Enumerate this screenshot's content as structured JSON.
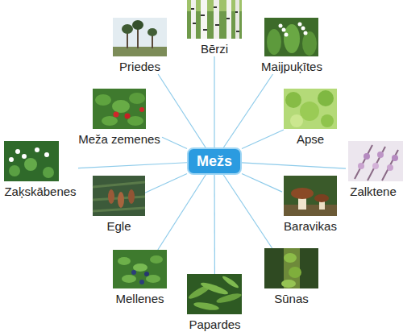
{
  "diagram": {
    "nodes": [
      {
        "text": [
          "Mežs"
        ]
      },
      {
        "text": [
          "Bērzi"
        ]
      },
      {
        "text": [
          "Maijpuķītes"
        ]
      },
      {
        "text": [
          "Apse"
        ]
      },
      {
        "text": [
          "Zalktene"
        ]
      },
      {
        "text": [
          "Baravikas"
        ]
      },
      {
        "text": [
          "Sūnas"
        ]
      },
      {
        "text": [
          "Papardes"
        ]
      },
      {
        "text": [
          "Mellenes"
        ]
      },
      {
        "text": [
          "Egle"
        ]
      },
      {
        "text": [
          "Zaķskābenes"
        ]
      },
      {
        "text": [
          "Meža zemenes"
        ]
      },
      {
        "text": [
          "Priedes"
        ]
      }
    ],
    "edges": [
      {
        "from": 0,
        "to": 1,
        "arrow": "none"
      },
      {
        "from": 0,
        "to": 2,
        "arrow": "none"
      },
      {
        "from": 0,
        "to": 3,
        "arrow": "none"
      },
      {
        "from": 0,
        "to": 4,
        "arrow": "none"
      },
      {
        "from": 0,
        "to": 5,
        "arrow": "none"
      },
      {
        "from": 0,
        "to": 6,
        "arrow": "none"
      },
      {
        "from": 0,
        "to": 7,
        "arrow": "none"
      },
      {
        "from": 0,
        "to": 8,
        "arrow": "none"
      },
      {
        "from": 0,
        "to": 9,
        "arrow": "none"
      },
      {
        "from": 0,
        "to": 10,
        "arrow": "none"
      },
      {
        "from": 0,
        "to": 11,
        "arrow": "none"
      },
      {
        "from": 0,
        "to": 12,
        "arrow": "none"
      }
    ]
  }
}
